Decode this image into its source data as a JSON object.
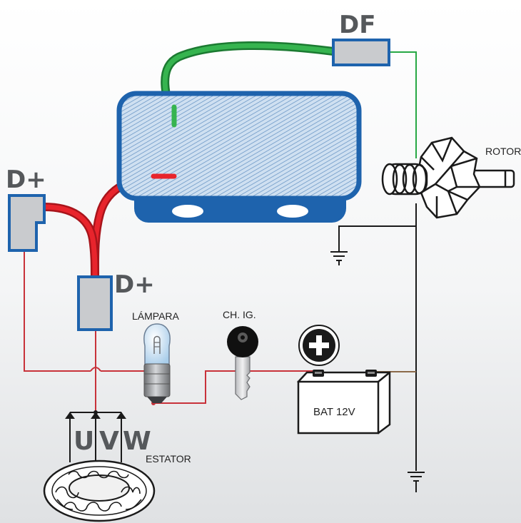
{
  "labels": {
    "df": "DF",
    "d_plus_top": "D+",
    "d_plus_bottom": "D+",
    "rotor": "ROTOR",
    "lampara": "LÁMPARA",
    "ch_ig": "CH. IG.",
    "battery": "BAT 12V",
    "estator": "ESTATOR",
    "u": "U",
    "v": "V",
    "w": "W"
  },
  "colors": {
    "regulator_blue": "#1e63ad",
    "wire_red": "#e8242c",
    "wire_green": "#27a844",
    "thin_red": "#c8323a",
    "thin_brown": "#8b6a4a",
    "ground_black": "#1a1a1a",
    "connector_fill": "#c9cbce"
  }
}
